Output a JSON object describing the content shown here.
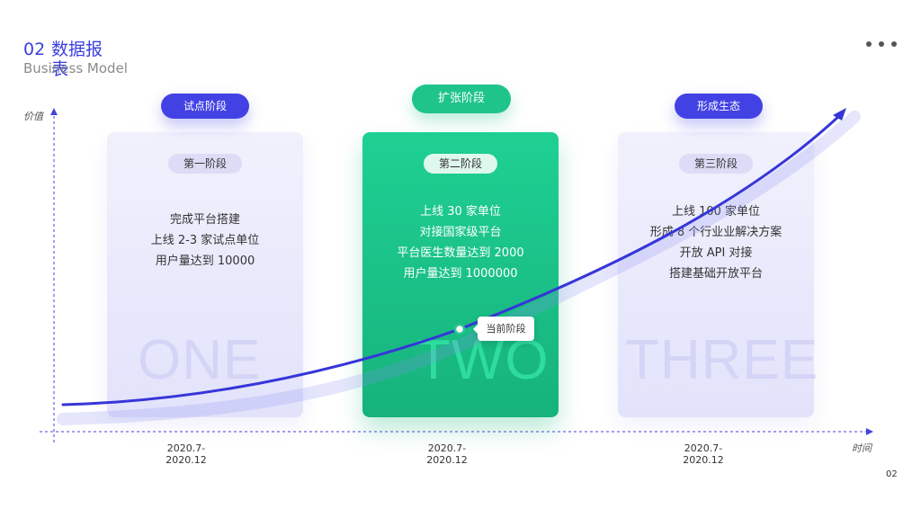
{
  "header": {
    "number": "02",
    "title": "数据报表",
    "subtitle": "Business Model"
  },
  "axes": {
    "y_label": "价值",
    "x_label": "时间"
  },
  "stages": [
    {
      "pill": "试点阶段",
      "badge": "第一阶段",
      "lines": [
        "完成平台搭建",
        "上线 2-3 家试点单位",
        "用户量达到 10000"
      ],
      "big_word": "ONE",
      "date_line1": "2020.7-",
      "date_line2": "2020.12"
    },
    {
      "pill": "扩张阶段",
      "badge": "第二阶段",
      "lines": [
        "上线 30 家单位",
        "对接国家级平台",
        "平台医生数量达到 2000",
        "用户量达到 1000000"
      ],
      "big_word": "TWO",
      "date_line1": "2020.7-",
      "date_line2": "2020.12"
    },
    {
      "pill": "形成生态",
      "badge": "第三阶段",
      "lines": [
        "上线 100 家单位",
        "形成 8 个行业业解决方案",
        "开放 API 对接",
        "搭建基础开放平台"
      ],
      "big_word": "THREE",
      "date_line1": "2020.7-",
      "date_line2": "2020.12"
    }
  ],
  "current_marker": "当前阶段",
  "page_number": "02",
  "colors": {
    "accent_blue": "#3a3fe0",
    "accent_green": "#1fc48b"
  }
}
